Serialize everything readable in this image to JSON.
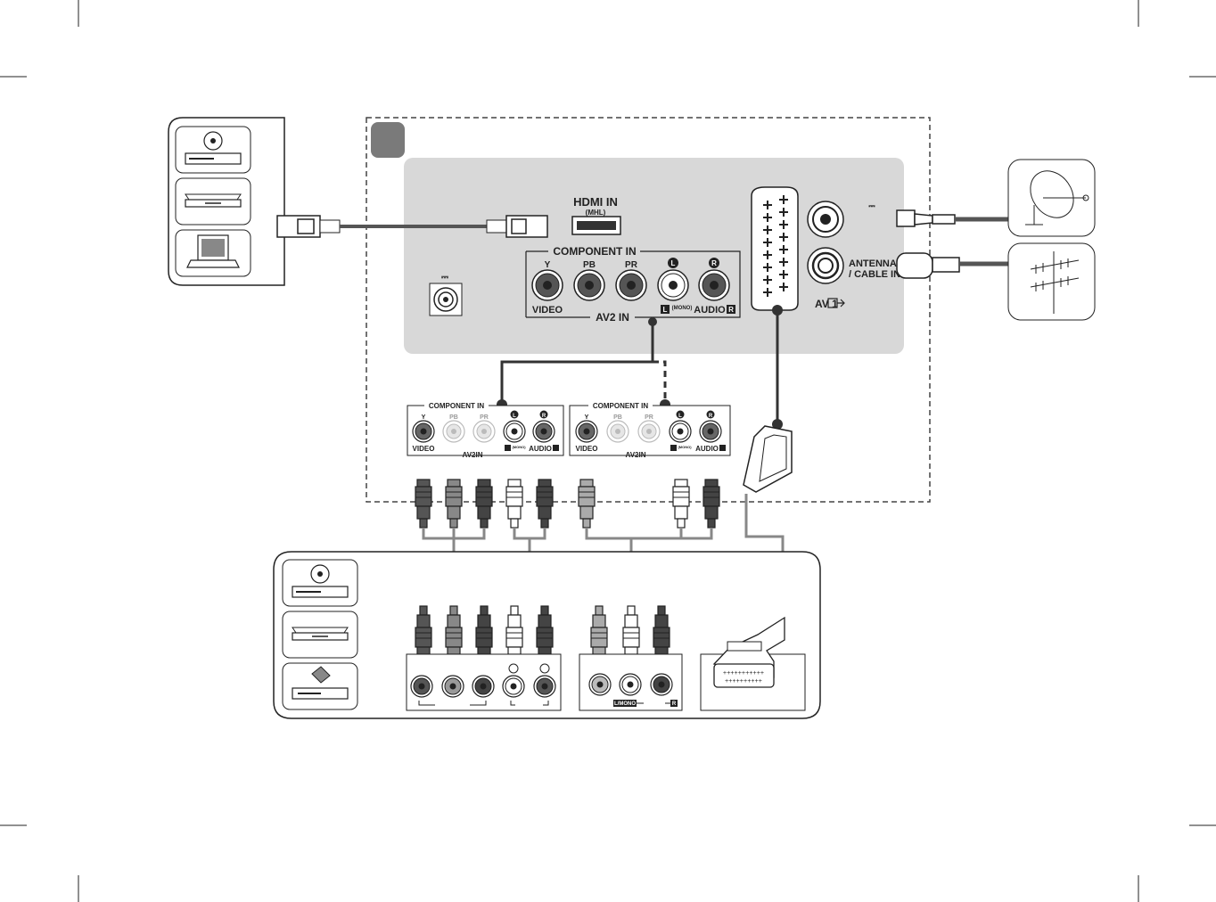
{
  "panel": {
    "hdmi": {
      "title": "HDMI IN",
      "sub": "(MHL)"
    },
    "component": {
      "title": "COMPONENT IN",
      "ports": [
        "Y",
        "PB",
        "PR",
        "L",
        "R"
      ],
      "video": "VIDEO",
      "audio": "AUDIO",
      "mono": "(MONO)",
      "l_badge": "L",
      "r_badge": "R",
      "av2": "AV2 IN"
    },
    "av1": "AV 1",
    "antenna": {
      "line1": "ANTENNA",
      "line2": "/ CABLE IN"
    },
    "dc_mark": "⎓"
  },
  "mini_panels": [
    {
      "title": "COMPONENT IN",
      "ports": [
        "Y",
        "PB",
        "PR",
        "L",
        "R"
      ],
      "video": "VIDEO",
      "audio": "AUDIO",
      "mono": "(MONO)",
      "av2": "AV2IN"
    },
    {
      "title": "COMPONENT IN",
      "ports": [
        "Y",
        "PB",
        "PR",
        "L",
        "R"
      ],
      "video": "VIDEO",
      "audio": "AUDIO",
      "mono": "(MONO)",
      "av2": "AV2IN"
    }
  ],
  "device_panel": {
    "lmono": "L/MONO",
    "r": "R"
  },
  "colors": {
    "panel_bg": "#d8d8d8",
    "cable": "#333333",
    "grey_plug": "#9a9a9a",
    "light_plug": "#ffffff"
  }
}
